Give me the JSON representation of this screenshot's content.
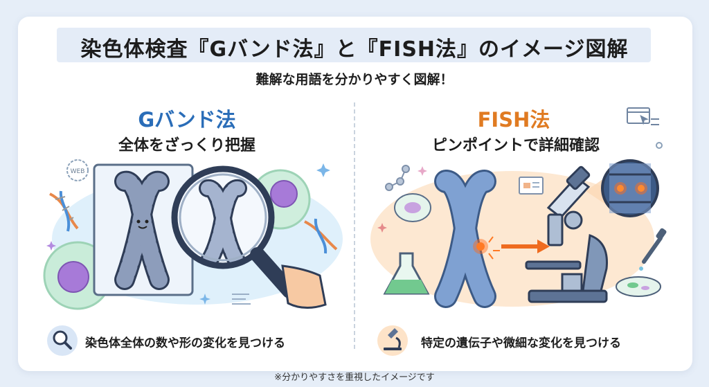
{
  "title": "染色体検査『Gバンド法』と『FISH法』のイメージ図解",
  "subtitle": "難解な用語を分かりやすく図解！",
  "left_panel": {
    "heading": "Gバンド法",
    "subheading": "全体をざっくり把握",
    "caption": "染色体全体の数や形の変化を見つける",
    "badge": "WEB",
    "heading_color": "#2a6db8"
  },
  "right_panel": {
    "heading": "FISH法",
    "subheading": "ピンポイントで詳細確認",
    "caption": "特定の遺伝子や微細な変化を見つける",
    "heading_color": "#e07b22"
  },
  "footnote": "※分かりやすさを重視したイメージです",
  "colors": {
    "background": "#e6eef8",
    "accent_blue": "#2a6db8",
    "accent_orange": "#e07b22",
    "signal": "#ff6a1a"
  }
}
